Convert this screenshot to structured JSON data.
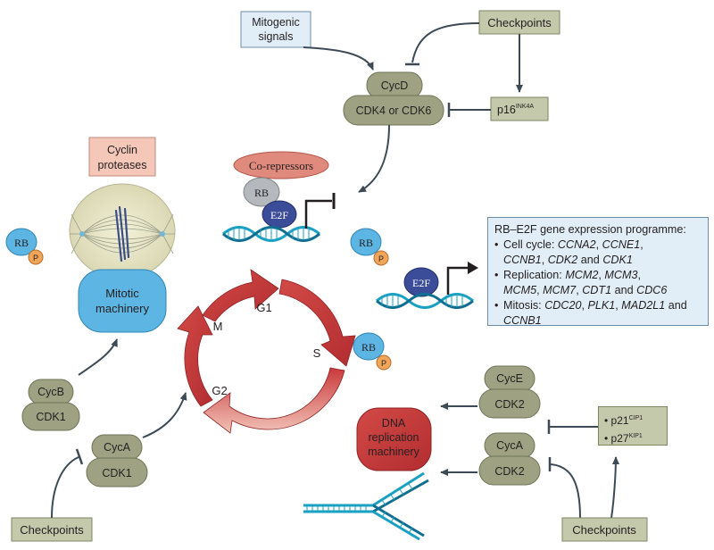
{
  "mitogenic": {
    "line1": "Mitogenic",
    "line2": "signals"
  },
  "checkpoints_top": "Checkpoints",
  "cycd": "CycD",
  "cdk46": "CDK4 or CDK6",
  "p16": {
    "base": "p16",
    "sup": "INK4A"
  },
  "cyclin_proteases": {
    "line1": "Cyclin",
    "line2": "proteases"
  },
  "corepressors": "Co-repressors",
  "rb": "RB",
  "p": "P",
  "e2f": "E2F",
  "phases": {
    "g1": "G1",
    "s": "S",
    "g2": "G2",
    "m": "M"
  },
  "mitotic": {
    "line1": "Mitotic",
    "line2": "machinery"
  },
  "cycb": "CycB",
  "cdk1": "CDK1",
  "cyca": "CycA",
  "cyce": "CycE",
  "cdk2": "CDK2",
  "dna_rep": {
    "line1": "DNA",
    "line2": "replication",
    "line3": "machinery"
  },
  "checkpoints_left": "Checkpoints",
  "checkpoints_right": "Checkpoints",
  "programme": {
    "title": "RB–E2F gene expression programme:",
    "cell_cycle_label": "Cell cycle: ",
    "ccna2": "CCNA2",
    "sep1": ", ",
    "ccne1": "CCNE1",
    "sep2": ",",
    "ccnb1": "CCNB1",
    "sep3": ", ",
    "cdk2g": "CDK2",
    "and1": " and ",
    "cdk1g": "CDK1",
    "replication_label": "Replication: ",
    "mcm2": "MCM2",
    "sep4": ", ",
    "mcm3": "MCM3",
    "sep5": ",",
    "mcm5": "MCM5",
    "sep6": ", ",
    "mcm7": "MCM7",
    "sep7": ", ",
    "cdt1": "CDT1",
    "and2": " and ",
    "cdc6": "CDC6",
    "mitosis_label": "Mitosis: ",
    "cdc20": "CDC20",
    "sep8": ", ",
    "plk1": "PLK1",
    "sep9": ", ",
    "mad2l1": "MAD2L1",
    "and3": " and",
    "ccnb1b": "CCNB1"
  },
  "cki": {
    "p21": "p21",
    "p21_sup": "CIP1",
    "p27": "p27",
    "p27_sup": "KIP1"
  },
  "colors": {
    "olive": "#9ea283",
    "olive_dark": "#7f8466",
    "box_green": "#c4c9ab",
    "box_blue": "#e2eef7",
    "red_arrow": "#c0363a",
    "pink": "#f4c7b8",
    "blue_rb": "#5db5e3",
    "navy_e2f": "#3b4c98",
    "dna_teal": "#1aa0c2",
    "phos": "#f0a55a"
  }
}
